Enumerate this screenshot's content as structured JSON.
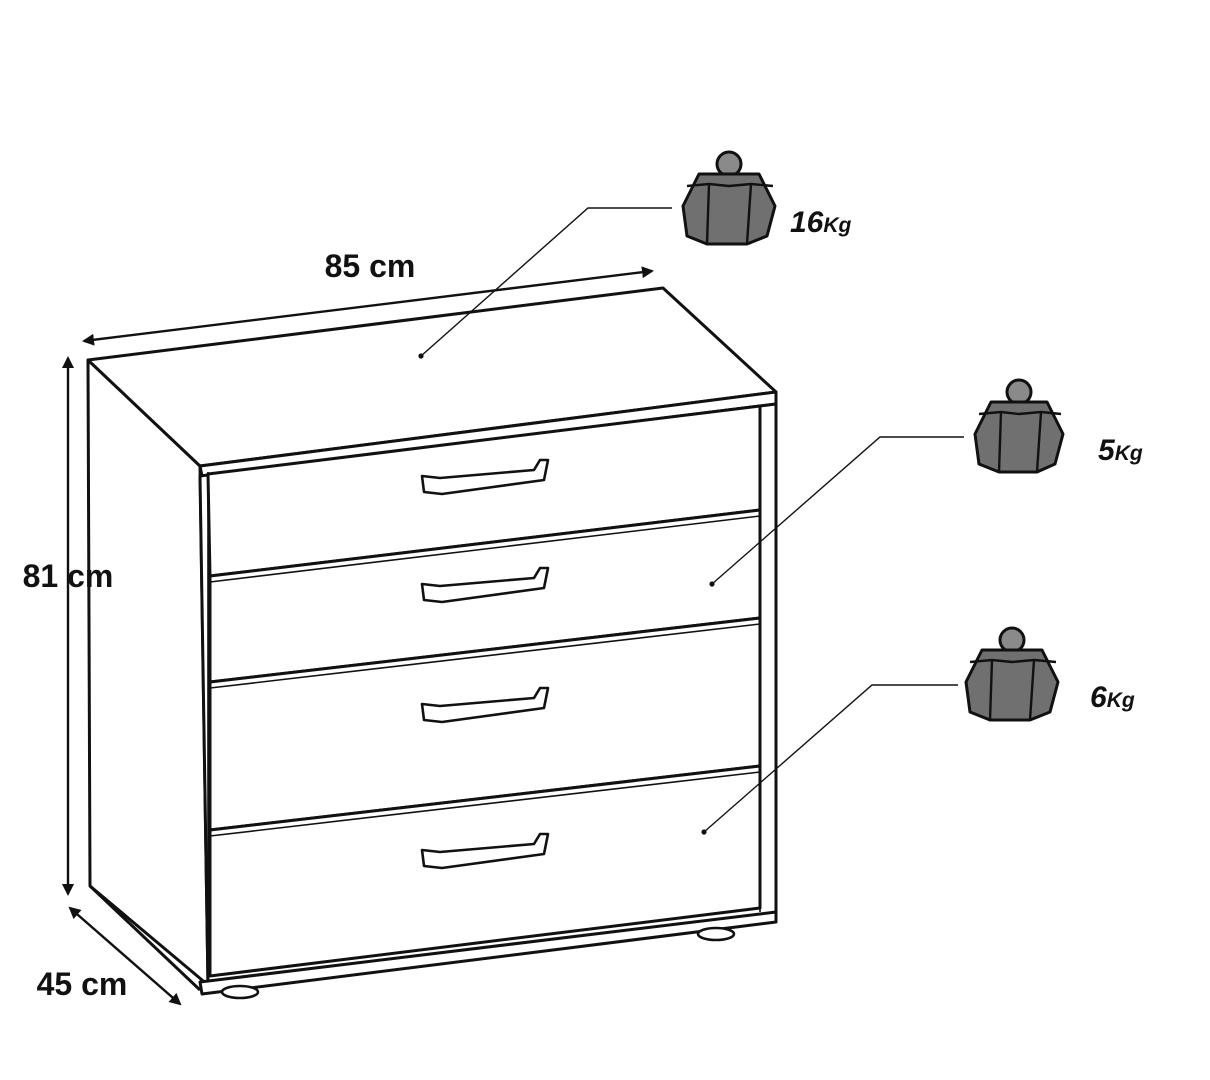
{
  "dimensions": {
    "width": "85 cm",
    "height": "81 cm",
    "depth": "45 cm"
  },
  "load_capacities": [
    {
      "number": "16",
      "unit": "Kg",
      "part": "top"
    },
    {
      "number": "5",
      "unit": "Kg",
      "part": "drawer"
    },
    {
      "number": "6",
      "unit": "Kg",
      "part": "bottom-drawer"
    }
  ],
  "drawer_count": 4,
  "icons": [
    "weight-icon"
  ],
  "colors": {
    "line": "#111111",
    "weight_fill": "#707070",
    "background": "#ffffff"
  }
}
